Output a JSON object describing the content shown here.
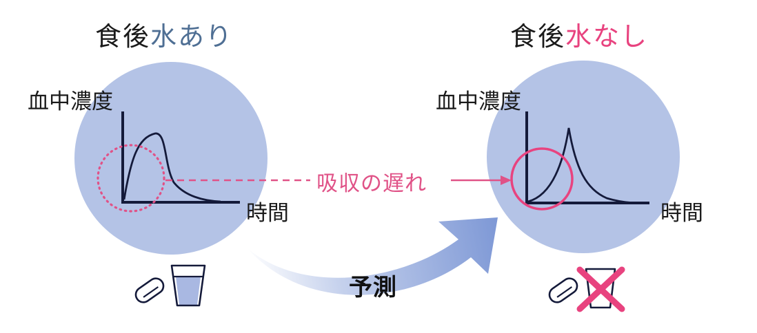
{
  "left_panel": {
    "title_prefix": "食後",
    "title_highlight": "水あり",
    "y_axis_label": "血中濃度",
    "x_axis_label": "時間",
    "icons": [
      "pill-icon",
      "water-glass-icon"
    ]
  },
  "right_panel": {
    "title_prefix": "食後",
    "title_highlight": "水なし",
    "y_axis_label": "血中濃度",
    "x_axis_label": "時間",
    "icons": [
      "pill-icon",
      "empty-glass-icon",
      "cross-mark-icon"
    ]
  },
  "annotation": {
    "delay_label": "吸収の遅れ"
  },
  "prediction_label": "予測",
  "colors": {
    "circle_fill": "#b4c3e6",
    "highlight_blue": "#4f6f94",
    "highlight_pink": "#e8437f",
    "annotation_pink": "#e05287",
    "arrow_blue": "#7f99d6",
    "water_fill": "#a9b8e2",
    "curve": "#141a3a"
  }
}
